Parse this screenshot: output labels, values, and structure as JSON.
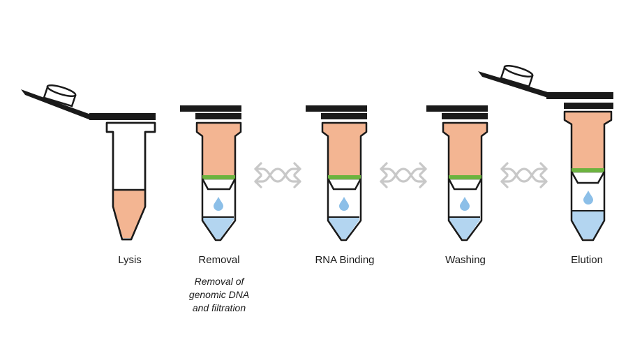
{
  "steps": [
    {
      "label": "Lysis"
    },
    {
      "label": "Removal"
    },
    {
      "label": "RNA Binding"
    },
    {
      "label": "Washing"
    },
    {
      "label": "Elution"
    }
  ],
  "removal_note": [
    "Removal of",
    "genomic DNA",
    "and filtration"
  ],
  "colors": {
    "outline": "#1a1a1a",
    "sample": "#f3b592",
    "column_membrane": "#6cb33f",
    "eluate": "#b3d5f0",
    "droplet": "#8cbfe8",
    "arrows": "#c8c8c8"
  },
  "icons": [
    "tube-lid-open-icon",
    "tube-lid-closed-icon",
    "droplet-icon",
    "mixing-arrows-icon"
  ]
}
